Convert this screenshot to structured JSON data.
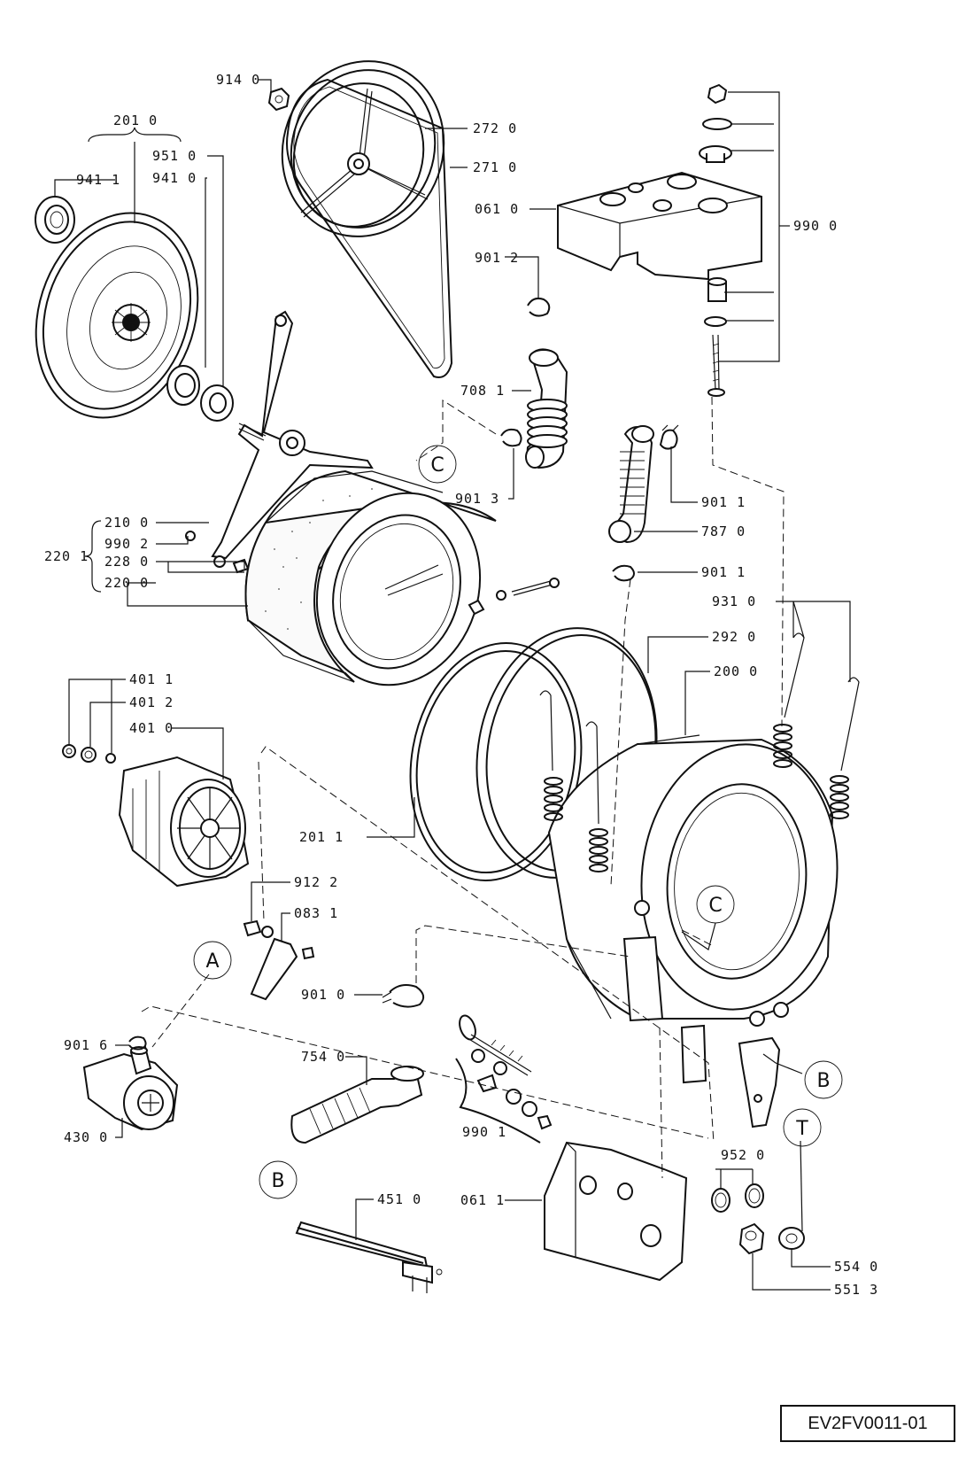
{
  "drawing_code": "EV2FV0011-01",
  "callouts": {
    "a": "A",
    "b": "B",
    "c": "C",
    "t": "T"
  },
  "labels": {
    "p914_0": "914 0",
    "p272_0": "272 0",
    "p271_0": "271 0",
    "p201_0": "201 0",
    "p951_0": "951 0",
    "p941_1": "941 1",
    "p941_0": "941 0",
    "p061_0": "061 0",
    "p990_0": "990 0",
    "p901_2": "901 2",
    "p708_1": "708 1",
    "p901_3": "901 3",
    "p901_1a": "901 1",
    "p787_0": "787 0",
    "p901_1b": "901 1",
    "p210_0": "210 0",
    "p990_2": "990 2",
    "p220_1": "220 1",
    "p228_0": "228 0",
    "p220_0": "220 0",
    "p931_0": "931 0",
    "p292_0": "292 0",
    "p200_0": "200 0",
    "p401_1": "401 1",
    "p401_2": "401 2",
    "p401_0": "401 0",
    "p201_1": "201 1",
    "p912_2": "912 2",
    "p083_1": "083 1",
    "p901_0": "901 0",
    "p901_6": "901 6",
    "p754_0": "754 0",
    "p430_0": "430 0",
    "p990_1": "990 1",
    "p952_0": "952 0",
    "p451_0": "451 0",
    "p061_1": "061 1",
    "p554_0": "554 0",
    "p551_3": "551 3"
  }
}
